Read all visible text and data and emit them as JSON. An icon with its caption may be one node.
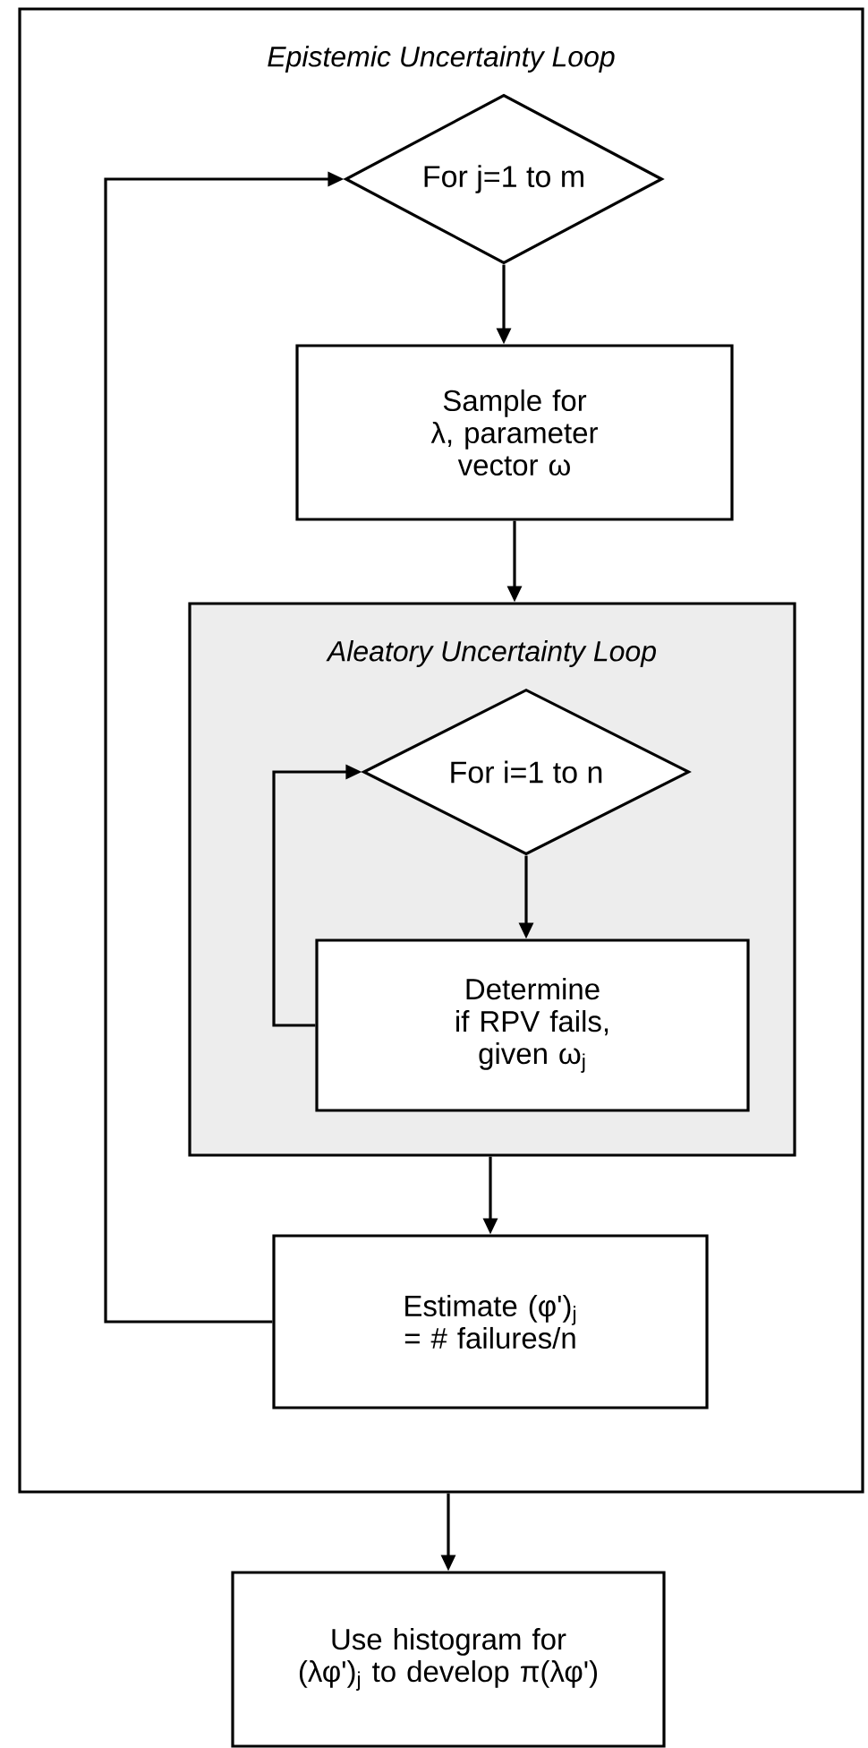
{
  "diagram": {
    "nodes": [
      {
        "text": [
          "Epistemic Uncertainty Loop"
        ]
      },
      {
        "text": [
          "For j=1 to m"
        ],
        "in": 0
      },
      {
        "text": [
          "Sample for λ, parameter vector ω"
        ],
        "in": 0
      },
      {
        "text": [
          "Aleatory Uncertainty Loop"
        ],
        "in": 0
      },
      {
        "text": [
          "For i=1 to n"
        ],
        "in": 3
      },
      {
        "text": [
          "Determine if RPV fails, given ω$_{j}$"
        ],
        "in": 3
      },
      {
        "text": [
          "Estimate (φ')$_{j}$ = # failures/n"
        ],
        "in": 0
      },
      {
        "text": [
          "Use histogram for (λφ')$_{j}$ to develop π(λφ')"
        ]
      }
    ],
    "edges": [
      {
        "from": 1,
        "to": 2,
        "arrow": "to"
      },
      {
        "from": 2,
        "to": 3,
        "arrow": "to"
      },
      {
        "from": 4,
        "to": 5,
        "arrow": "to"
      },
      {
        "from": 5,
        "to": 4,
        "arrow": "to"
      },
      {
        "from": 3,
        "to": 6,
        "arrow": "to"
      },
      {
        "from": 6,
        "to": 1,
        "arrow": "to"
      },
      {
        "from": 0,
        "to": 7,
        "arrow": "to"
      }
    ]
  }
}
